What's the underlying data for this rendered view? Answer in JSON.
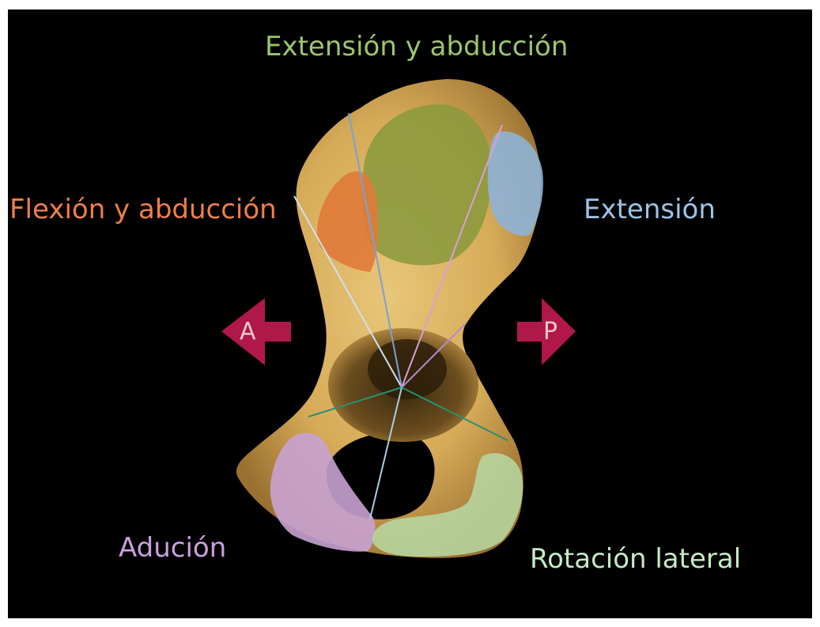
{
  "labels": {
    "top": "Extensión y abducción",
    "left": "Flexión y abducción",
    "right": "Extensión",
    "bottom_left": "Adución",
    "bottom_right": "Rotación lateral"
  },
  "arrows": {
    "anterior": "A",
    "posterior": "P"
  },
  "colors": {
    "background": "#000000",
    "bone": "#d9b262",
    "extension_abduction": "#8a9a3c",
    "flexion_abduction": "#e07a3a",
    "extension": "#8fb3d6",
    "aduction": "#c8a2d2",
    "lateral_rotation": "#b6d7a0",
    "arrow": "#b0184a"
  }
}
